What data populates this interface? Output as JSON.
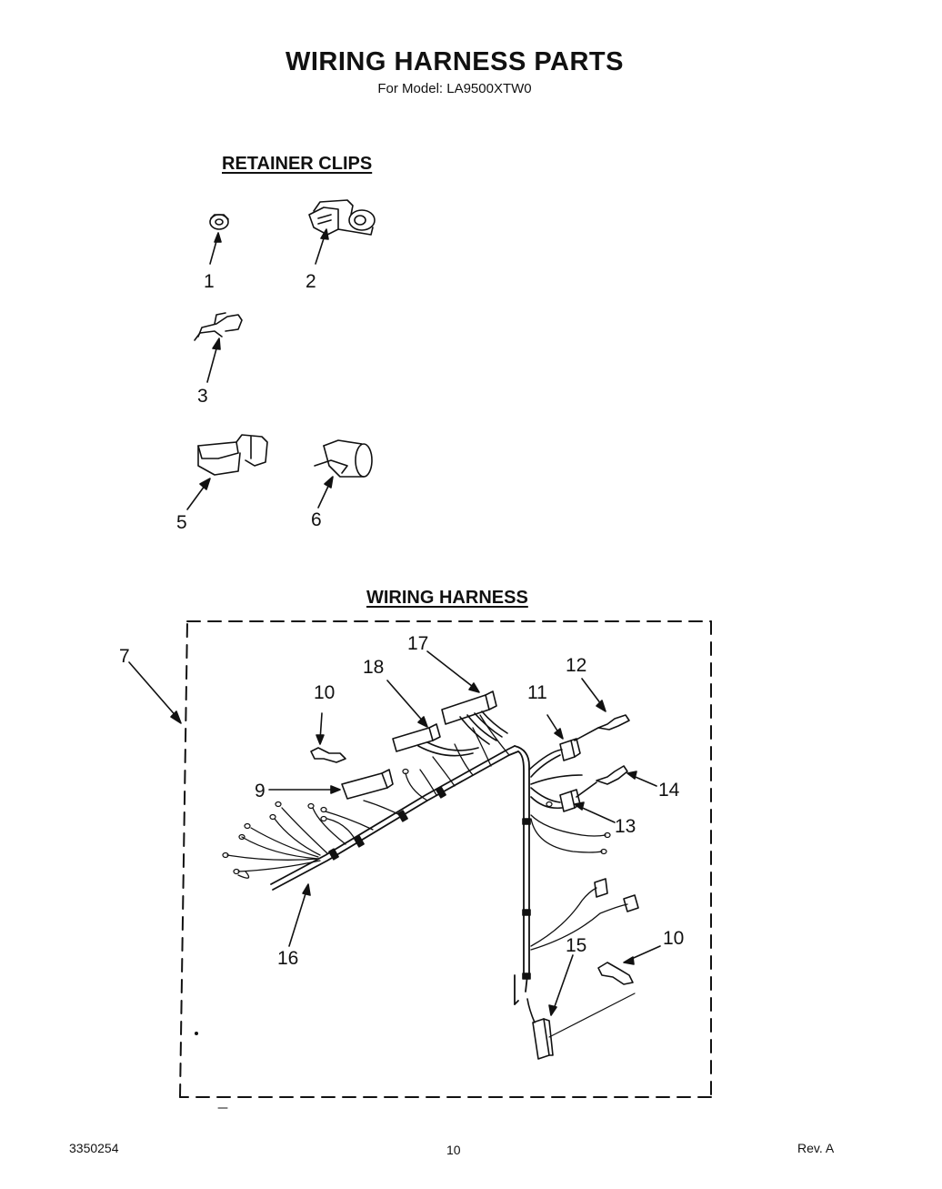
{
  "title": "WIRING HARNESS PARTS",
  "subtitle": "For Model: LA9500XTW0",
  "sections": {
    "retainer_clips": "RETAINER CLIPS",
    "wiring_harness": "WIRING HARNESS"
  },
  "callouts": {
    "c1": "1",
    "c2": "2",
    "c3": "3",
    "c5": "5",
    "c6": "6",
    "c7": "7",
    "c9": "9",
    "c10a": "10",
    "c10b": "10",
    "c11": "11",
    "c12": "12",
    "c13": "13",
    "c14": "14",
    "c15": "15",
    "c16": "16",
    "c17": "17",
    "c18": "18"
  },
  "footer": {
    "doc_number": "3350254",
    "page_number": "10",
    "revision": "Rev. A"
  }
}
